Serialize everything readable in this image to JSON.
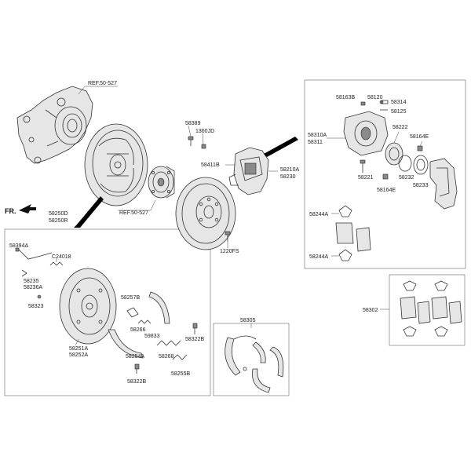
{
  "labels": {
    "ref_top": "REF.50-527",
    "ref_mid": "REF.50-527",
    "fr": "FR.",
    "p58389": "58389",
    "p1360JD": "1360JD",
    "p58411B": "58411B",
    "p1220FS": "1220FS",
    "p58210A": "58210A",
    "p58230": "58230",
    "p58250D": "58250D",
    "p58250R": "58250R",
    "p58394A": "58394A",
    "pC24018": "C24018",
    "p58235": "58235",
    "p58236A": "58236A",
    "p58323": "58323",
    "p58257B": "58257B",
    "p58266": "58266",
    "p59833": "59833",
    "p58322B_a": "58322B",
    "p58251A": "58251A",
    "p58252A": "58252A",
    "p58254A": "58254A",
    "p58268": "58268",
    "p58255B": "58255B",
    "p58322B_b": "58322B",
    "p58305": "58305",
    "p58310A": "58310A",
    "p58311": "58311",
    "p58163B": "58163B",
    "p58120": "58120",
    "p58314": "58314",
    "p58125": "58125",
    "p58222": "58222",
    "p58164E_a": "58164E",
    "p58221": "58221",
    "p58232": "58232",
    "p58233": "58233",
    "p58164E_b": "58164E",
    "p58244A_a": "58244A",
    "p58244A_b": "58244A",
    "p58302": "58302"
  },
  "colors": {
    "line": "#333333",
    "background": "#ffffff",
    "accent": "#000000"
  }
}
